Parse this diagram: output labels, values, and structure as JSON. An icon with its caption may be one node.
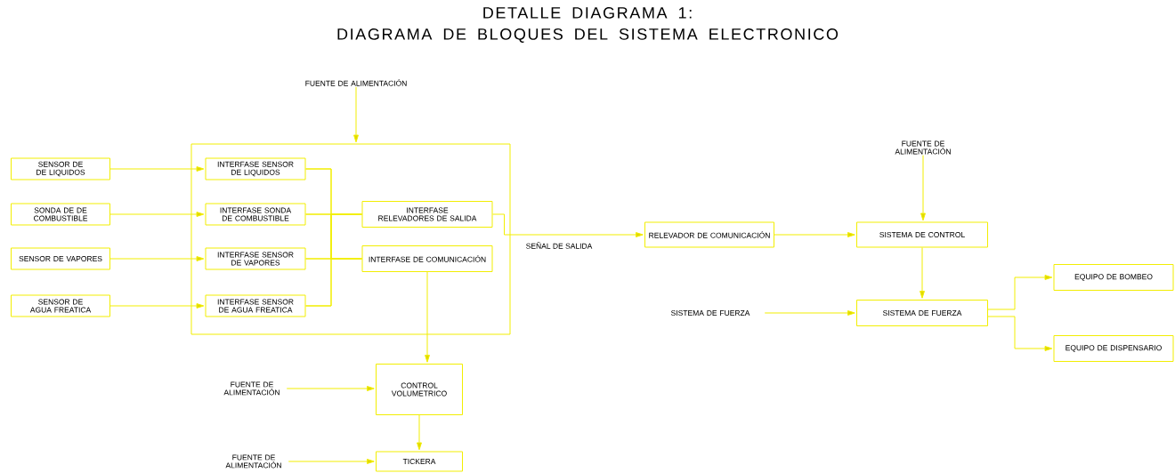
{
  "diagram": {
    "title": "DETALLE DIAGRAMA 1: DIAGRAMA DE BLOQUES DEL SISTEMA ELECTRONICO",
    "nodes": [
      {
        "text": [],
        "shape": "box"
      },
      {
        "text": [
          "FUENTE DE ALIMENTACIÓN"
        ]
      },
      {
        "text": [
          "SENSOR DE DE LIQUIDOS"
        ]
      },
      {
        "text": [
          "SONDA DE DE COMBUSTIBLE"
        ]
      },
      {
        "text": [
          "SENSOR DE VAPORES"
        ]
      },
      {
        "text": [
          "SENSOR DE AGUA FREATICA"
        ]
      },
      {
        "text": [
          "INTERFASE SENSOR DE LIQUIDOS"
        ],
        "in": 0
      },
      {
        "text": [
          "INTERFASE SONDA DE COMBUSTIBLE"
        ],
        "in": 0
      },
      {
        "text": [
          "INTERFASE SENSOR DE VAPORES"
        ],
        "in": 0
      },
      {
        "text": [
          "INTERFASE SENSOR DE AGUA FREATICA"
        ],
        "in": 0
      },
      {
        "text": [
          "INTERFASE RELEVADORES DE SALIDA"
        ],
        "in": 0
      },
      {
        "text": [
          "INTERFASE DE COMUNICACIÓN"
        ],
        "in": 0
      },
      {
        "text": [
          "RELEVADOR DE COMUNICACIÓN"
        ]
      },
      {
        "text": [
          "FUENTE DE ALIMENTACIÓN"
        ]
      },
      {
        "text": [
          "SISTEMA DE CONTROL"
        ]
      },
      {
        "text": [
          "SISTEMA DE FUERZA"
        ]
      },
      {
        "text": [
          "SISTEMA DE FUERZA"
        ]
      },
      {
        "text": [
          "EQUIPO DE BOMBEO"
        ]
      },
      {
        "text": [
          "EQUIPO DE DISPENSARIO"
        ]
      },
      {
        "text": [
          "CONTROL VOLUMETRICO"
        ]
      },
      {
        "text": [
          "FUENTE DE ALIMENTACIÓN"
        ]
      },
      {
        "text": [
          "TICKERA"
        ]
      },
      {
        "text": [
          "FUENTE DE ALIMENTACIÓN"
        ]
      }
    ],
    "edges": [
      {
        "from": 1,
        "to": 0,
        "arrow": "to"
      },
      {
        "from": 2,
        "to": 6,
        "arrow": "to"
      },
      {
        "from": 3,
        "to": 7,
        "arrow": "to"
      },
      {
        "from": 4,
        "to": 8,
        "arrow": "to"
      },
      {
        "from": 5,
        "to": 9,
        "arrow": "to"
      },
      {
        "from": 6,
        "to": 10,
        "arrow": "none"
      },
      {
        "from": 6,
        "to": 11,
        "arrow": "none"
      },
      {
        "from": 7,
        "to": 10,
        "arrow": "none"
      },
      {
        "from": 7,
        "to": 11,
        "arrow": "none"
      },
      {
        "from": 8,
        "to": 10,
        "arrow": "none"
      },
      {
        "from": 8,
        "to": 11,
        "arrow": "none"
      },
      {
        "from": 9,
        "to": 10,
        "arrow": "none"
      },
      {
        "from": 9,
        "to": 11,
        "arrow": "none"
      },
      {
        "from": 10,
        "to": 12,
        "label": "SEÑAL DE SALIDA",
        "arrow": "to"
      },
      {
        "from": 12,
        "to": 14,
        "arrow": "to"
      },
      {
        "from": 13,
        "to": 14,
        "arrow": "to"
      },
      {
        "from": 14,
        "to": 16,
        "arrow": "to"
      },
      {
        "from": 15,
        "to": 16,
        "arrow": "to"
      },
      {
        "from": 16,
        "to": 17,
        "arrow": "to"
      },
      {
        "from": 16,
        "to": 18,
        "arrow": "to"
      },
      {
        "from": 11,
        "to": 19,
        "arrow": "to"
      },
      {
        "from": 19,
        "to": 21,
        "arrow": "to"
      },
      {
        "from": 20,
        "to": 19,
        "arrow": "to"
      },
      {
        "from": 22,
        "to": 21,
        "arrow": "to"
      }
    ]
  }
}
